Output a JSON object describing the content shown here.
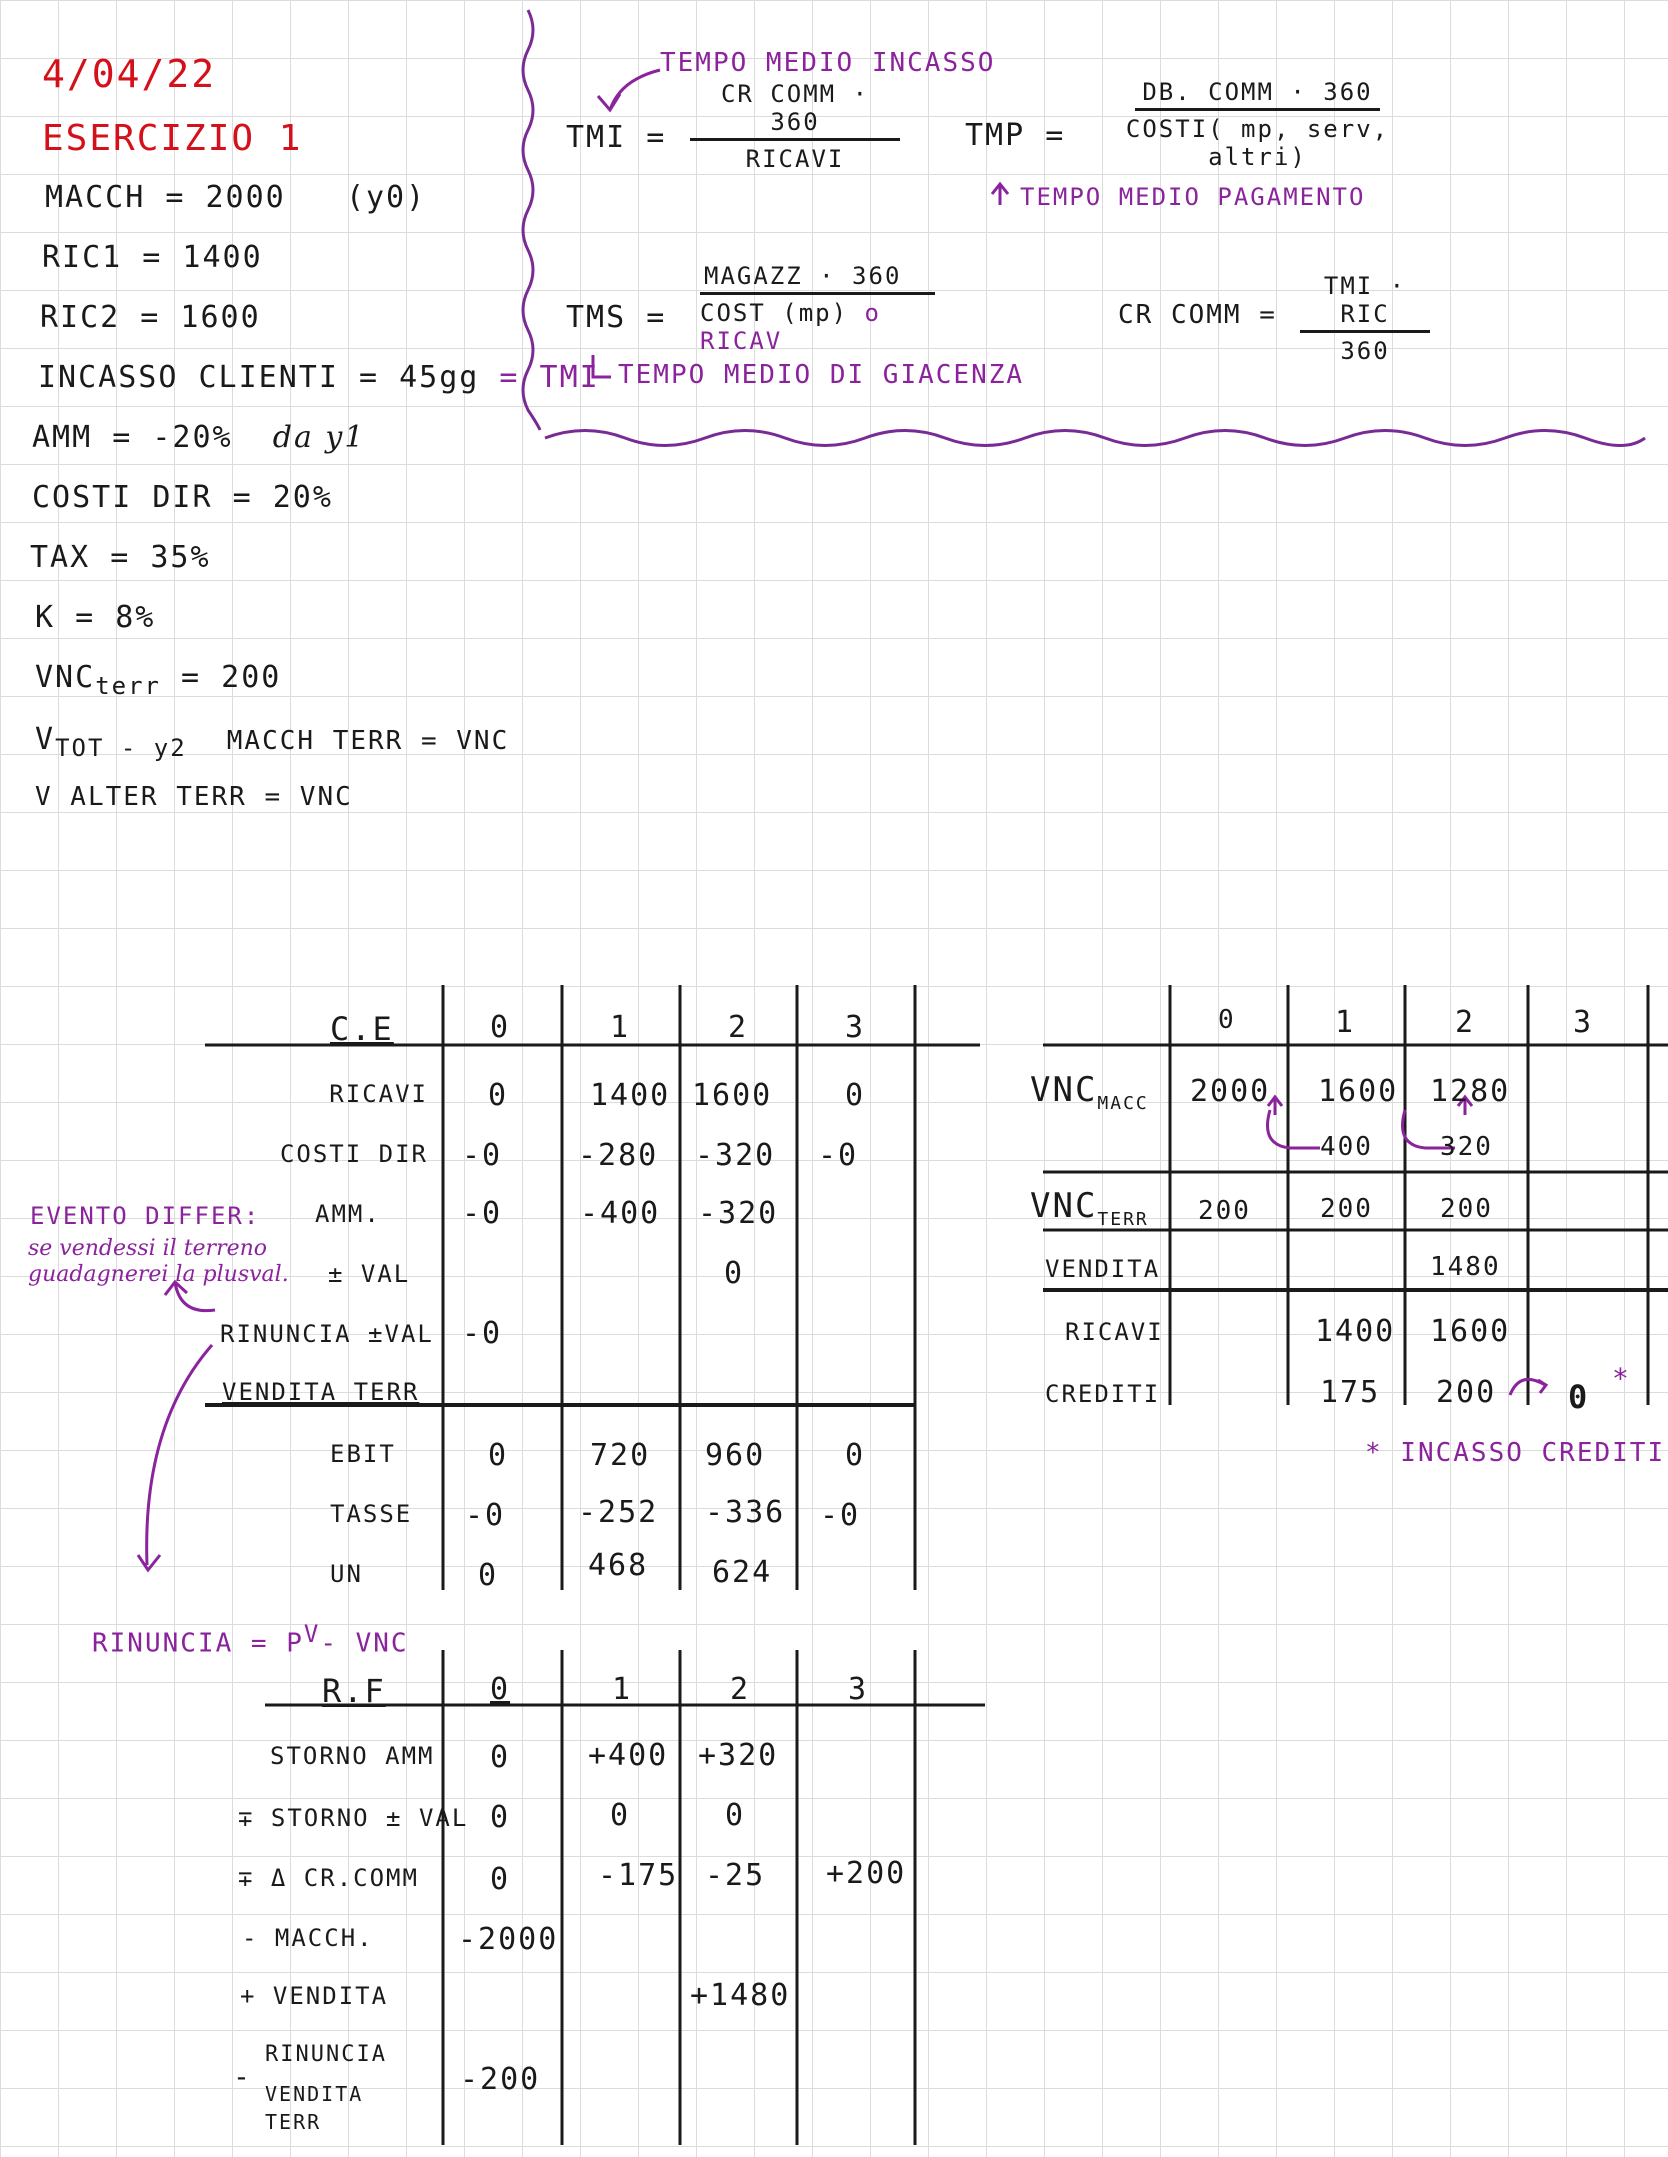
{
  "header": {
    "date": "4/04/22",
    "exercise": "ESERCIZIO 1"
  },
  "data_list": {
    "macch": "MACCH = 2000",
    "macch_unit": "(y0)",
    "ric1": "RIC1 = 1400",
    "ric2": "RIC2 = 1600",
    "incasso": "INCASSO CLIENTI = 45gg",
    "incasso_note": "= TMI",
    "amm": "AMM = -20%",
    "amm_note": "da y1",
    "costi_dir": "COSTI DIR = 20%",
    "tax": "TAX = 35%",
    "k": "K = 8%",
    "vnc_terr": "VNC",
    "vnc_terr_sub": "terr",
    "vnc_terr_val": "= 200",
    "vtot_a": "V",
    "vtot_sub": "TOT - y2",
    "vtot_b": "MACCH TERR = VNC",
    "valter": "V ALTER TERR = VNC"
  },
  "formulas": {
    "tmi_label": "TEMPO MEDIO INCASSO",
    "tmi": "TMI =",
    "tmi_num": "CR COMM · 360",
    "tmi_den": "RICAVI",
    "tmp": "TMP =",
    "tmp_num": "DB. COMM · 360",
    "tmp_den": "COSTI( mp, serv, altri)",
    "tmp_label": "TEMPO MEDIO PAGAMENTO",
    "tms": "TMS =",
    "tms_num": "MAGAZZ · 360",
    "tms_den": "COST (mp)",
    "tms_den_alt": "o RICAV",
    "tms_label": "TEMPO MEDIO DI GIACENZA",
    "crcomm": "CR COMM =",
    "crcomm_num": "TMI · RIC",
    "crcomm_den": "360"
  },
  "ce_table": {
    "title": "C.E",
    "cols": [
      "0",
      "1",
      "2",
      "3"
    ],
    "rows": [
      {
        "label": "RICAVI",
        "v": [
          "0",
          "1400",
          "1600",
          "0"
        ]
      },
      {
        "label": "COSTI DIR",
        "v": [
          "-0",
          "-280",
          "-320",
          "-0"
        ]
      },
      {
        "label": "AMM.",
        "v": [
          "-0",
          "-400",
          "-320",
          ""
        ]
      },
      {
        "label": "± VAL",
        "v": [
          "",
          "",
          "0",
          ""
        ]
      },
      {
        "label": "RINUNCIA ±VAL",
        "v": [
          "-0",
          "",
          "",
          ""
        ]
      },
      {
        "label": "VENDITA TERR",
        "v": [
          "",
          "",
          "",
          ""
        ]
      },
      {
        "label": "EBIT",
        "v": [
          "0",
          "720",
          "960",
          "0"
        ]
      },
      {
        "label": "TASSE",
        "v": [
          "-0",
          "-252",
          "-336",
          "-0"
        ]
      },
      {
        "label": "UN",
        "v": [
          "0",
          "468",
          "624",
          ""
        ]
      }
    ]
  },
  "notes": {
    "evento": "EVENTO DIFFER:",
    "evento_2": "se vendessi il terreno",
    "evento_3": "guadagnerei la plusval.",
    "rinuncia": "RINUNCIA =",
    "rinuncia_f": "P",
    "rinuncia_sup": "V",
    "rinuncia_g": "- VNC",
    "incasso_crediti": "* INCASSO CREDITI"
  },
  "vnc_table": {
    "cols": [
      "0",
      "1",
      "2",
      "3"
    ],
    "vnc_macc_label": "VNC",
    "vnc_macc_sub": "MACC",
    "vnc_macc": [
      "2000",
      "1600",
      "1280",
      ""
    ],
    "amm_vals": [
      "400",
      "320"
    ],
    "vnc_terr_label": "VNC",
    "vnc_terr_sub": "TERR",
    "vnc_terr": [
      "200",
      "200",
      "200",
      ""
    ],
    "vendita_label": "VENDITA",
    "vendita": [
      "",
      "",
      "1480",
      ""
    ],
    "ricavi_label": "RICAVI",
    "ricavi": [
      "",
      "1400",
      "1600",
      ""
    ],
    "crediti_label": "CREDITI",
    "crediti": [
      "",
      "175",
      "200",
      ""
    ],
    "crediti_next": "0",
    "star": "*"
  },
  "rf_table": {
    "title": "R.F",
    "cols": [
      "0",
      "1",
      "2",
      "3"
    ],
    "rows": [
      {
        "label": "STORNO AMM",
        "v": [
          "0",
          "+400",
          "+320",
          ""
        ]
      },
      {
        "label": "∓ STORNO ± VAL",
        "v": [
          "0",
          "0",
          "0",
          ""
        ]
      },
      {
        "label": "∓ Δ CR.COMM",
        "v": [
          "0",
          "-175",
          "-25",
          "+200"
        ]
      },
      {
        "label": "- MACCH.",
        "v": [
          "-2000",
          "",
          "",
          ""
        ]
      },
      {
        "label": "+ VENDITA",
        "v": [
          "",
          "",
          "+1480",
          ""
        ]
      },
      {
        "label": "RINUNCIA",
        "v": [
          "-200",
          "",
          "",
          ""
        ]
      }
    ],
    "rinuncia_2": "VENDITA",
    "rinuncia_3": "TERR",
    "rinuncia_sign": "-"
  }
}
